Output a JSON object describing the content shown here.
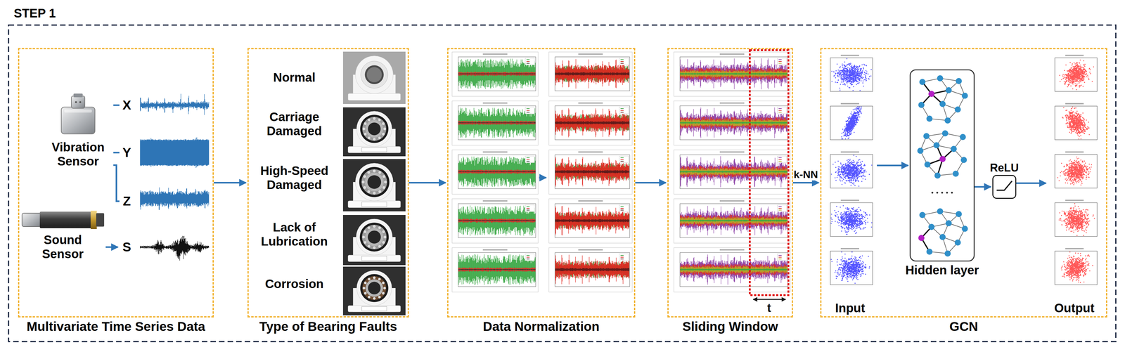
{
  "diagram": {
    "title": "STEP 1",
    "nodes": [
      {
        "text": [
          "Multivariate Time Series Data"
        ]
      },
      {
        "text": [
          "Vibration Sensor"
        ],
        "in": 0
      },
      {
        "text": [
          "Sound Sensor"
        ],
        "in": 0
      },
      {
        "text": [
          "X"
        ],
        "in": 0
      },
      {
        "text": [
          "Y"
        ],
        "in": 0
      },
      {
        "text": [
          "Z"
        ],
        "in": 0
      },
      {
        "text": [
          "S"
        ],
        "in": 0
      },
      {
        "text": [
          "Type of Bearing Faults"
        ]
      },
      {
        "text": [
          "Data Normalization"
        ]
      },
      {
        "text": [
          "Sliding Window"
        ]
      },
      {
        "text": [
          "GCN"
        ]
      },
      {
        "text": [
          "Input"
        ],
        "in": 10
      },
      {
        "text": [
          "Hidden layer"
        ],
        "in": 10
      },
      {
        "text": [
          "ReLU"
        ],
        "in": 10
      },
      {
        "text": [
          "Output"
        ],
        "in": 10
      }
    ],
    "edges": [
      {
        "from": 1,
        "to": 3,
        "arrow": "none"
      },
      {
        "from": 1,
        "to": 4,
        "arrow": "none"
      },
      {
        "from": 1,
        "to": 5,
        "arrow": "none"
      },
      {
        "from": 2,
        "to": 6,
        "arrow": "to"
      },
      {
        "from": 0,
        "to": 7,
        "arrow": "to"
      },
      {
        "from": 7,
        "to": 8,
        "arrow": "to"
      },
      {
        "from": 8,
        "to": 9,
        "arrow": "to"
      },
      {
        "from": 9,
        "to": 10,
        "label": "k-NN",
        "arrow": "to"
      },
      {
        "from": 11,
        "to": 12,
        "arrow": "to"
      },
      {
        "from": 12,
        "to": 13,
        "arrow": "to"
      },
      {
        "from": 13,
        "to": 14,
        "arrow": "to"
      }
    ],
    "labels": [
      "Normal",
      "Carriage Damaged",
      "High-Speed Damaged",
      "Lack of Lubrication",
      "Corrosion",
      "t"
    ]
  }
}
